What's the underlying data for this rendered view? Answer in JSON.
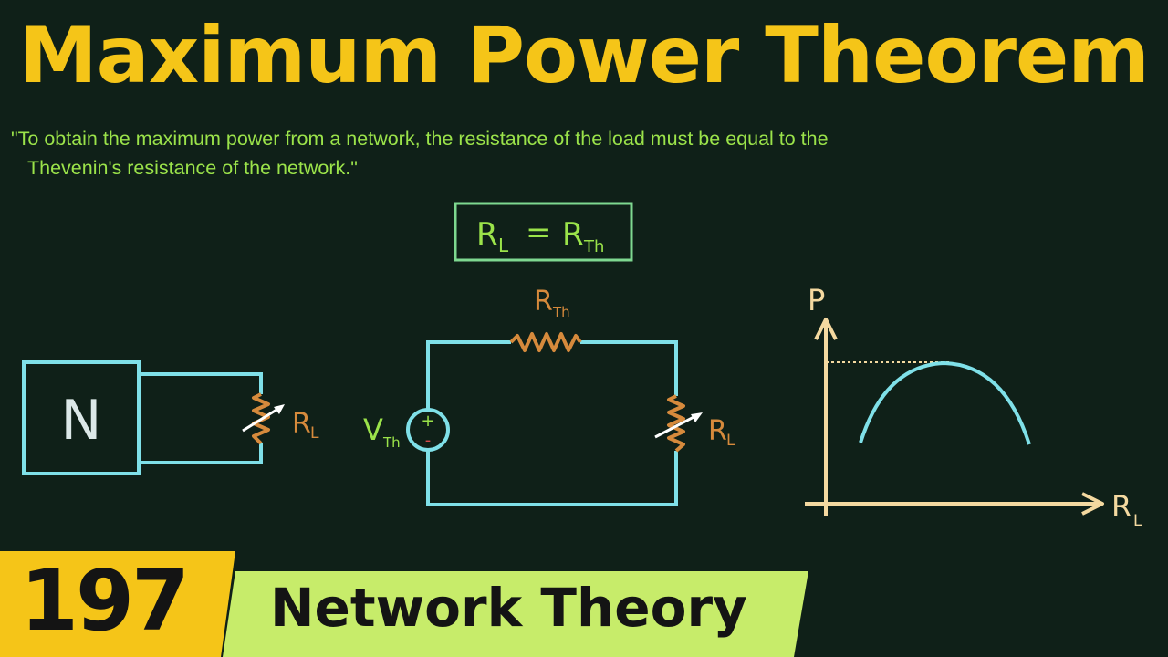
{
  "title": "Maximum Power Theorem",
  "quote_line1": "\"To obtain the maximum power from a network, the resistance of the load must be equal to the",
  "quote_line2": "Thevenin's resistance of the network.\"",
  "equation": {
    "lhs": "R",
    "lhs_sub": "L",
    "eq": "=",
    "rhs": "R",
    "rhs_sub": "Th"
  },
  "network_box_label": "N",
  "load_label": "R",
  "load_sub": "L",
  "rth_label": "R",
  "rth_sub": "Th",
  "vth_label": "V",
  "vth_sub": "Th",
  "source_plus": "+",
  "source_minus": "-",
  "graph": {
    "y_axis": "P",
    "x_axis": "R",
    "x_axis_sub": "L"
  },
  "episode_number": "197",
  "series_name": "Network Theory",
  "colors": {
    "background": "#0f2018",
    "title": "#f5c518",
    "quote": "#9be34a",
    "wire": "#7fe0e8",
    "resistor": "#d68a3c",
    "equation_box": "#7ed890",
    "axis": "#f4d9a0",
    "banner_yellow": "#f5c518",
    "banner_green": "#c7ec6a"
  }
}
